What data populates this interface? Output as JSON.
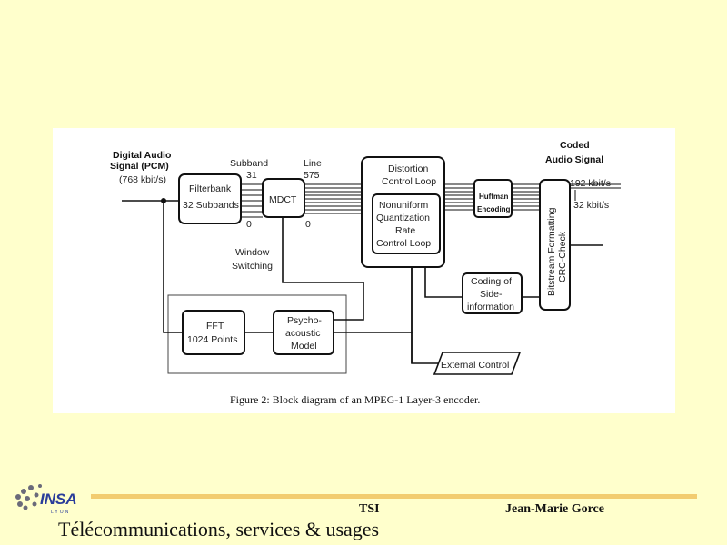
{
  "figure": {
    "input": {
      "title_line1": "Digital Audio",
      "title_line2": "Signal (PCM)",
      "rate": "(768 kbit/s)"
    },
    "output": {
      "title_line1": "Coded",
      "title_line2": "Audio Signal",
      "rate1": "192 kbit/s",
      "rate2": "32 kbit/s"
    },
    "subband_label": "Subband",
    "subband_top": "31",
    "subband_bottom": "0",
    "line_label": "Line",
    "line_top": "575",
    "line_bottom": "0",
    "window_switching_line1": "Window",
    "window_switching_line2": "Switching",
    "blocks": {
      "filterbank_line1": "Filterbank",
      "filterbank_line2": "32 Subbands",
      "mdct": "MDCT",
      "distortion_line1": "Distortion",
      "distortion_line2": "Control Loop",
      "quant_line1": "Nonuniform",
      "quant_line2": "Quantization",
      "quant_line3": "Rate",
      "quant_line4": "Control Loop",
      "huffman_line1": "Huffman",
      "huffman_line2": "Encoding",
      "bitstream_line1": "Bitstream Formatting",
      "bitstream_line2": "CRC-Check",
      "side_line1": "Coding of",
      "side_line2": "Side-",
      "side_line3": "information",
      "fft_line1": "FFT",
      "fft_line2": "1024 Points",
      "psycho_line1": "Psycho-",
      "psycho_line2": "acoustic",
      "psycho_line3": "Model",
      "external": "External Control"
    },
    "caption": "Figure 2: Block diagram of an MPEG-1 Layer-3 encoder."
  },
  "footer": {
    "logo_text": "INSA",
    "logo_subtext": "LYON",
    "course": "TSI",
    "author": "Jean-Marie Gorce",
    "subtitle": "Télécommunications, services & usages"
  },
  "colors": {
    "background": "#ffffcc",
    "rule": "#f2cc70",
    "logo_blue": "#2a3d9a"
  }
}
